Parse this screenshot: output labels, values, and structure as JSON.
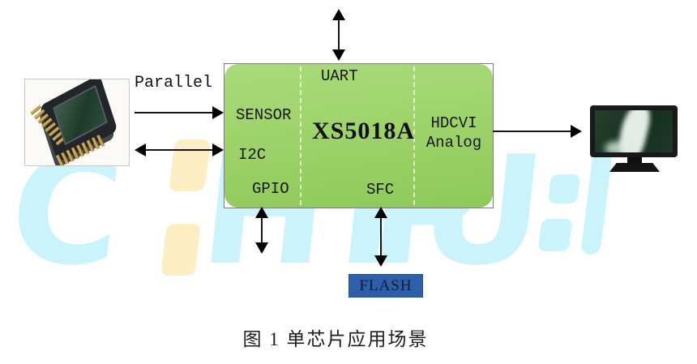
{
  "figure": {
    "caption": "图 1 单芯片应用场景"
  },
  "chip": {
    "name": "XS5018A",
    "ports": {
      "sensor": "SENSOR",
      "i2c": "I2C",
      "gpio": "GPIO",
      "uart": "UART",
      "sfc": "SFC",
      "hdcvi_line1": "HDCVI",
      "hdcvi_line2": "Analog"
    }
  },
  "labels": {
    "parallel": "Parallel",
    "flash": "FLASH"
  },
  "watermark": {
    "letters": [
      "C",
      "H",
      "I",
      "P",
      "U"
    ]
  },
  "colors": {
    "chip_green": "#9ed36a",
    "chip_green_light": "#a9db79",
    "chip_green_dark": "#8fc95a",
    "chip_border": "#7d7d7d",
    "flash_blue": "#2e5fa8",
    "flash_text": "#0f1c38",
    "watermark_blue": "#cbf3fb",
    "watermark_beige": "#fcedc2",
    "caption": "#1c1c1c"
  }
}
